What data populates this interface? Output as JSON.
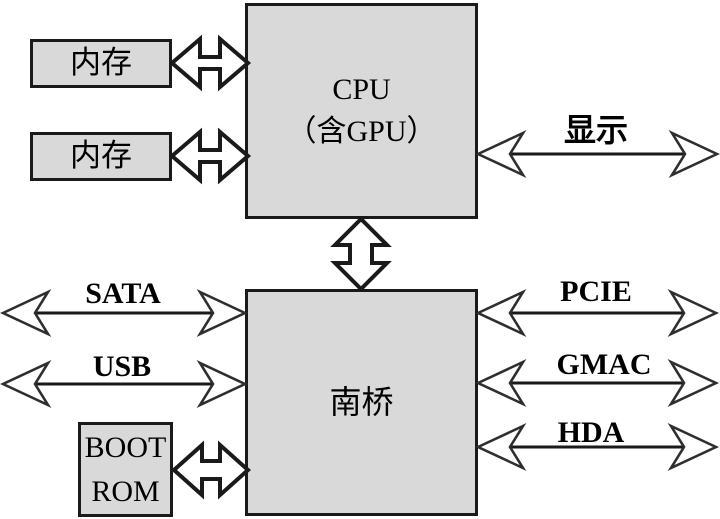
{
  "diagram": {
    "type": "block-diagram",
    "subject": "CPU / southbridge system architecture",
    "blocks": {
      "memory1": {
        "label": "内存"
      },
      "memory2": {
        "label": "内存"
      },
      "cpu": {
        "line1": "CPU",
        "line2": "（含GPU）"
      },
      "southbridge": {
        "label": "南桥"
      },
      "boot_rom": {
        "line1": "BOOT",
        "line2": "ROM"
      }
    },
    "buses": {
      "display": {
        "label": "显示",
        "connects": "cpu ↔ external",
        "direction": "bidirectional"
      },
      "sata": {
        "label": "SATA",
        "connects": "southbridge ↔ external",
        "direction": "bidirectional"
      },
      "usb": {
        "label": "USB",
        "connects": "southbridge ↔ external",
        "direction": "bidirectional"
      },
      "pcie": {
        "label": "PCIE",
        "connects": "southbridge ↔ external",
        "direction": "bidirectional"
      },
      "gmac": {
        "label": "GMAC",
        "connects": "southbridge ↔ external",
        "direction": "bidirectional"
      },
      "hda": {
        "label": "HDA",
        "connects": "southbridge ↔ external",
        "direction": "bidirectional"
      }
    },
    "links": {
      "memory1_cpu": "bidirectional",
      "memory2_cpu": "bidirectional",
      "cpu_southbridge": "bidirectional",
      "bootrom_southbridge": "bidirectional"
    },
    "colors": {
      "background": "#ffffff",
      "block_fill": "#d9d9d9",
      "line": "#1a1a1a",
      "arrowhead_fill": "#ffffff"
    }
  }
}
